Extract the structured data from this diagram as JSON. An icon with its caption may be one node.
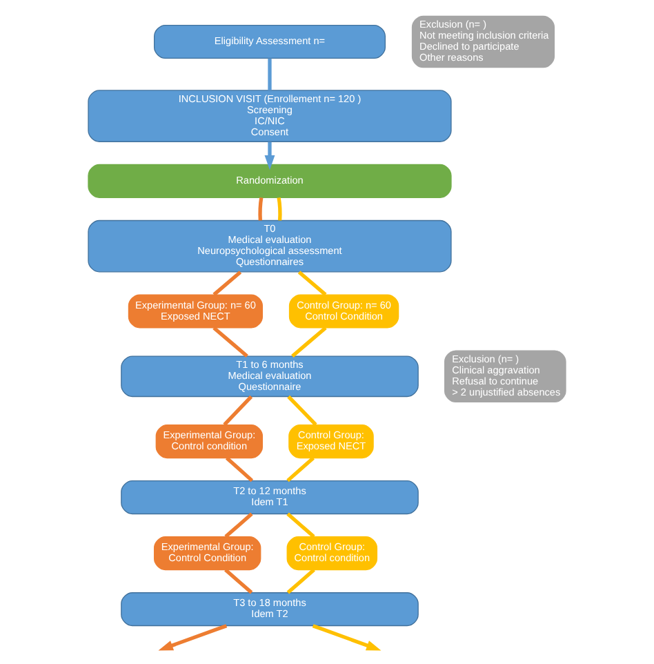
{
  "diagram": {
    "nodes": [
      {
        "text": [
          "Eligibility Assessment n="
        ]
      },
      {
        "text": [
          "Exclusion (n= )",
          "Not meeting inclusion criteria",
          "Declined to participate",
          "Other reasons"
        ]
      },
      {
        "text": [
          "INCLUSION VISIT (Enrollement n= 120 )",
          "Screening",
          "IC/NIC",
          "Consent"
        ]
      },
      {
        "text": [
          "Randomization"
        ]
      },
      {
        "text": [
          "T0",
          "Medical evaluation",
          "Neuropsychological assessment",
          "Questionnaires"
        ]
      },
      {
        "text": [
          "Experimental Group: n= 60",
          "Exposed NECT"
        ]
      },
      {
        "text": [
          "Control Group: n= 60",
          "Control Condition"
        ]
      },
      {
        "text": [
          "T1 to 6 months",
          "Medical evaluation",
          "Questionnaire"
        ]
      },
      {
        "text": [
          "Exclusion (n= )",
          "Clinical aggravation",
          "Refusal to continue",
          "> 2 unjustified absences"
        ]
      },
      {
        "text": [
          "Experimental Group:",
          "Control condition"
        ]
      },
      {
        "text": [
          "Control Group:",
          "Exposed NECT"
        ]
      },
      {
        "text": [
          "T2 to 12 months",
          "Idem T1"
        ]
      },
      {
        "text": [
          "Experimental Group:",
          "Control Condition"
        ]
      },
      {
        "text": [
          "Control Group:",
          "Control condition"
        ]
      },
      {
        "text": [
          "T3 to 18 months",
          "Idem T2"
        ]
      }
    ],
    "edges": [
      {
        "from": 0,
        "to": 2,
        "arrow": "none",
        "color": "#5b9bd5"
      },
      {
        "from": 2,
        "to": 3,
        "arrow": "to",
        "color": "#5b9bd5"
      },
      {
        "from": 3,
        "to": 4,
        "arrow": "none",
        "color": "#ed7d31"
      },
      {
        "from": 4,
        "to": 5,
        "arrow": "none",
        "color": "#ed7d31"
      },
      {
        "from": 5,
        "to": 7,
        "arrow": "none",
        "color": "#ed7d31"
      },
      {
        "from": 7,
        "to": 9,
        "arrow": "none",
        "color": "#ed7d31"
      },
      {
        "from": 9,
        "to": 11,
        "arrow": "none",
        "color": "#ed7d31"
      },
      {
        "from": 11,
        "to": 12,
        "arrow": "none",
        "color": "#ed7d31"
      },
      {
        "from": 12,
        "to": 14,
        "arrow": "none",
        "color": "#ed7d31"
      },
      {
        "from": 14,
        "to": null,
        "arrow": "to",
        "color": "#ed7d31"
      },
      {
        "from": 3,
        "to": 4,
        "arrow": "none",
        "color": "#ffc000"
      },
      {
        "from": 4,
        "to": 6,
        "arrow": "none",
        "color": "#ffc000"
      },
      {
        "from": 6,
        "to": 7,
        "arrow": "none",
        "color": "#ffc000"
      },
      {
        "from": 7,
        "to": 10,
        "arrow": "none",
        "color": "#ffc000"
      },
      {
        "from": 10,
        "to": 11,
        "arrow": "none",
        "color": "#ffc000"
      },
      {
        "from": 11,
        "to": 13,
        "arrow": "none",
        "color": "#ffc000"
      },
      {
        "from": 13,
        "to": 14,
        "arrow": "none",
        "color": "#ffc000"
      },
      {
        "from": 14,
        "to": null,
        "arrow": "to",
        "color": "#ffc000"
      }
    ]
  }
}
